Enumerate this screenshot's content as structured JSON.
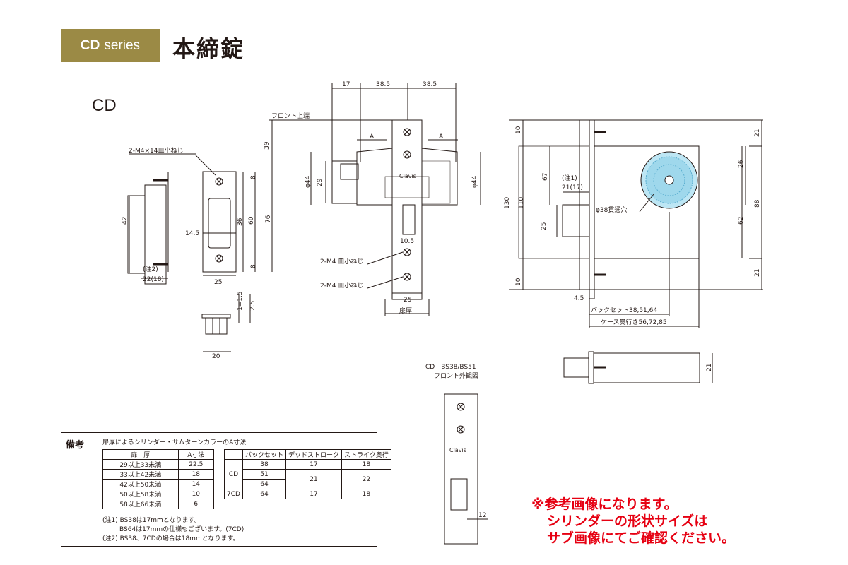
{
  "header": {
    "series_code": "CD",
    "series_word": "series",
    "title": "本締錠",
    "accent_color": "#9b8a45"
  },
  "model_label": "CD",
  "drawing": {
    "screw_note": "2-M4×14皿小ねじ",
    "front_top": "フロント上端",
    "screw_m4_1": "2-M4 皿小ねじ",
    "screw_m4_2": "2-M4 皿小ねじ",
    "door_thickness": "扉厚",
    "note1_label": "(注1)",
    "note1_value": "21(17)",
    "through_hole": "φ38貫通穴",
    "backset": "バックセット38,51,64",
    "case_depth": "ケース奥行き56,72,85",
    "note2_label": "(注2)",
    "note2_value": "22(18)",
    "brand": "Clavis",
    "dims": {
      "d17": "17",
      "d38_5a": "38.5",
      "d38_5b": "38.5",
      "dA1": "A",
      "dA2": "A",
      "d39": "39",
      "d8a": "8",
      "d8b": "8",
      "d76": "76",
      "d60": "60",
      "d36": "36",
      "d42": "42",
      "d14_5": "14.5",
      "d25a": "25",
      "d25b": "25",
      "d25c": "25",
      "d44a": "φ44",
      "d44b": "φ44",
      "d29": "29",
      "d10_5": "10.5",
      "d1_5": "1=1.5",
      "d2_5": "2.5",
      "d20": "20",
      "d10a": "10",
      "d10b": "10",
      "d130": "130",
      "d110": "110",
      "d67": "67",
      "d21a": "21",
      "d21b": "21",
      "d21c": "21",
      "d26": "26",
      "d88": "88",
      "d62": "62",
      "d4_5": "4.5"
    },
    "front_view_title1": "CD　BS38/BS51",
    "front_view_title2": "フロント外観図",
    "front_view_dim": "12"
  },
  "notes": {
    "label": "備考",
    "heading": "扉厚によるシリンダー・サムターンカラーのA寸法",
    "table_a": {
      "headers": [
        "扉　厚",
        "A寸法"
      ],
      "rows": [
        [
          "29以上33未満",
          "22.5"
        ],
        [
          "33以上42未満",
          "18"
        ],
        [
          "42以上50未満",
          "14"
        ],
        [
          "50以上58未満",
          "10"
        ],
        [
          "58以上66未満",
          "6"
        ]
      ]
    },
    "table_b": {
      "headers": [
        "",
        "バックセット",
        "デッドストローク",
        "ストライク奥行"
      ],
      "cd_label": "CD",
      "r1": [
        "38",
        "17",
        "18"
      ],
      "r2": [
        "51",
        "21",
        "22"
      ],
      "r3": [
        "64"
      ],
      "r4": [
        "7CD",
        "64",
        "17",
        "18"
      ]
    },
    "footnotes": [
      "(注1) BS38は17mmとなります。",
      "BS64は17mmの仕様もございます。(7CD)",
      "(注2) BS38、7CDの場合は18mmとなります。"
    ]
  },
  "remark": {
    "lines": [
      "※参考画像になります。",
      "シリンダーの形状サイズは",
      "サブ画像にてご確認ください。"
    ],
    "color": "#e60012"
  }
}
